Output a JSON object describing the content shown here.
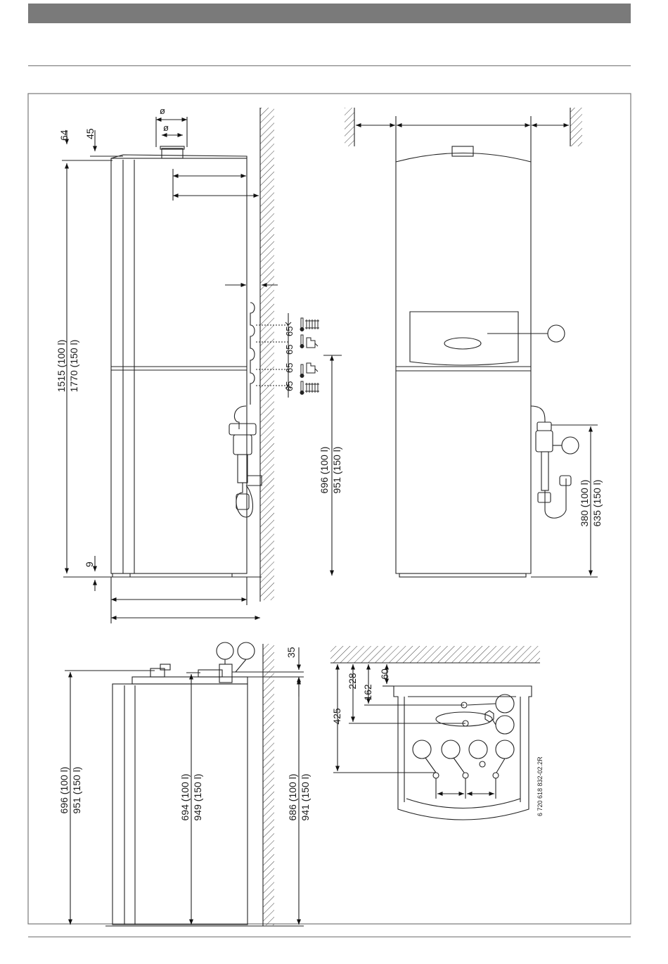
{
  "side_view": {
    "dims": {
      "d64": "64",
      "d45": "45",
      "height_100": "1515 (100 l)",
      "height_150": "1770 (150 l)",
      "d9": "9",
      "pitch1": "65",
      "pitch2": "65",
      "pitch3": "65",
      "pitch4": "65",
      "conn_h_100": "696 (100 l)",
      "conn_h_150": "951 (150 l)",
      "diameter_outer": "ø",
      "diameter_inner": "ø"
    }
  },
  "front_view": {
    "dims": {
      "trap_100": "380 (100 l)",
      "trap_150": "635 (150 l)"
    }
  },
  "lower_side_view": {
    "dims": {
      "h_100": "696 (100 l)",
      "h_150": "951 (150 l)",
      "mid_100": "694 (100 l)",
      "mid_150": "949 (150 l)",
      "wall_100": "686 (100 l)",
      "wall_150": "941 (150 l)",
      "d35": "35"
    }
  },
  "top_view": {
    "dims": {
      "d425": "425",
      "d228": "228",
      "d162": "162",
      "d60": "60"
    },
    "drawing_ref": "6 720 618 832-02.2R"
  }
}
